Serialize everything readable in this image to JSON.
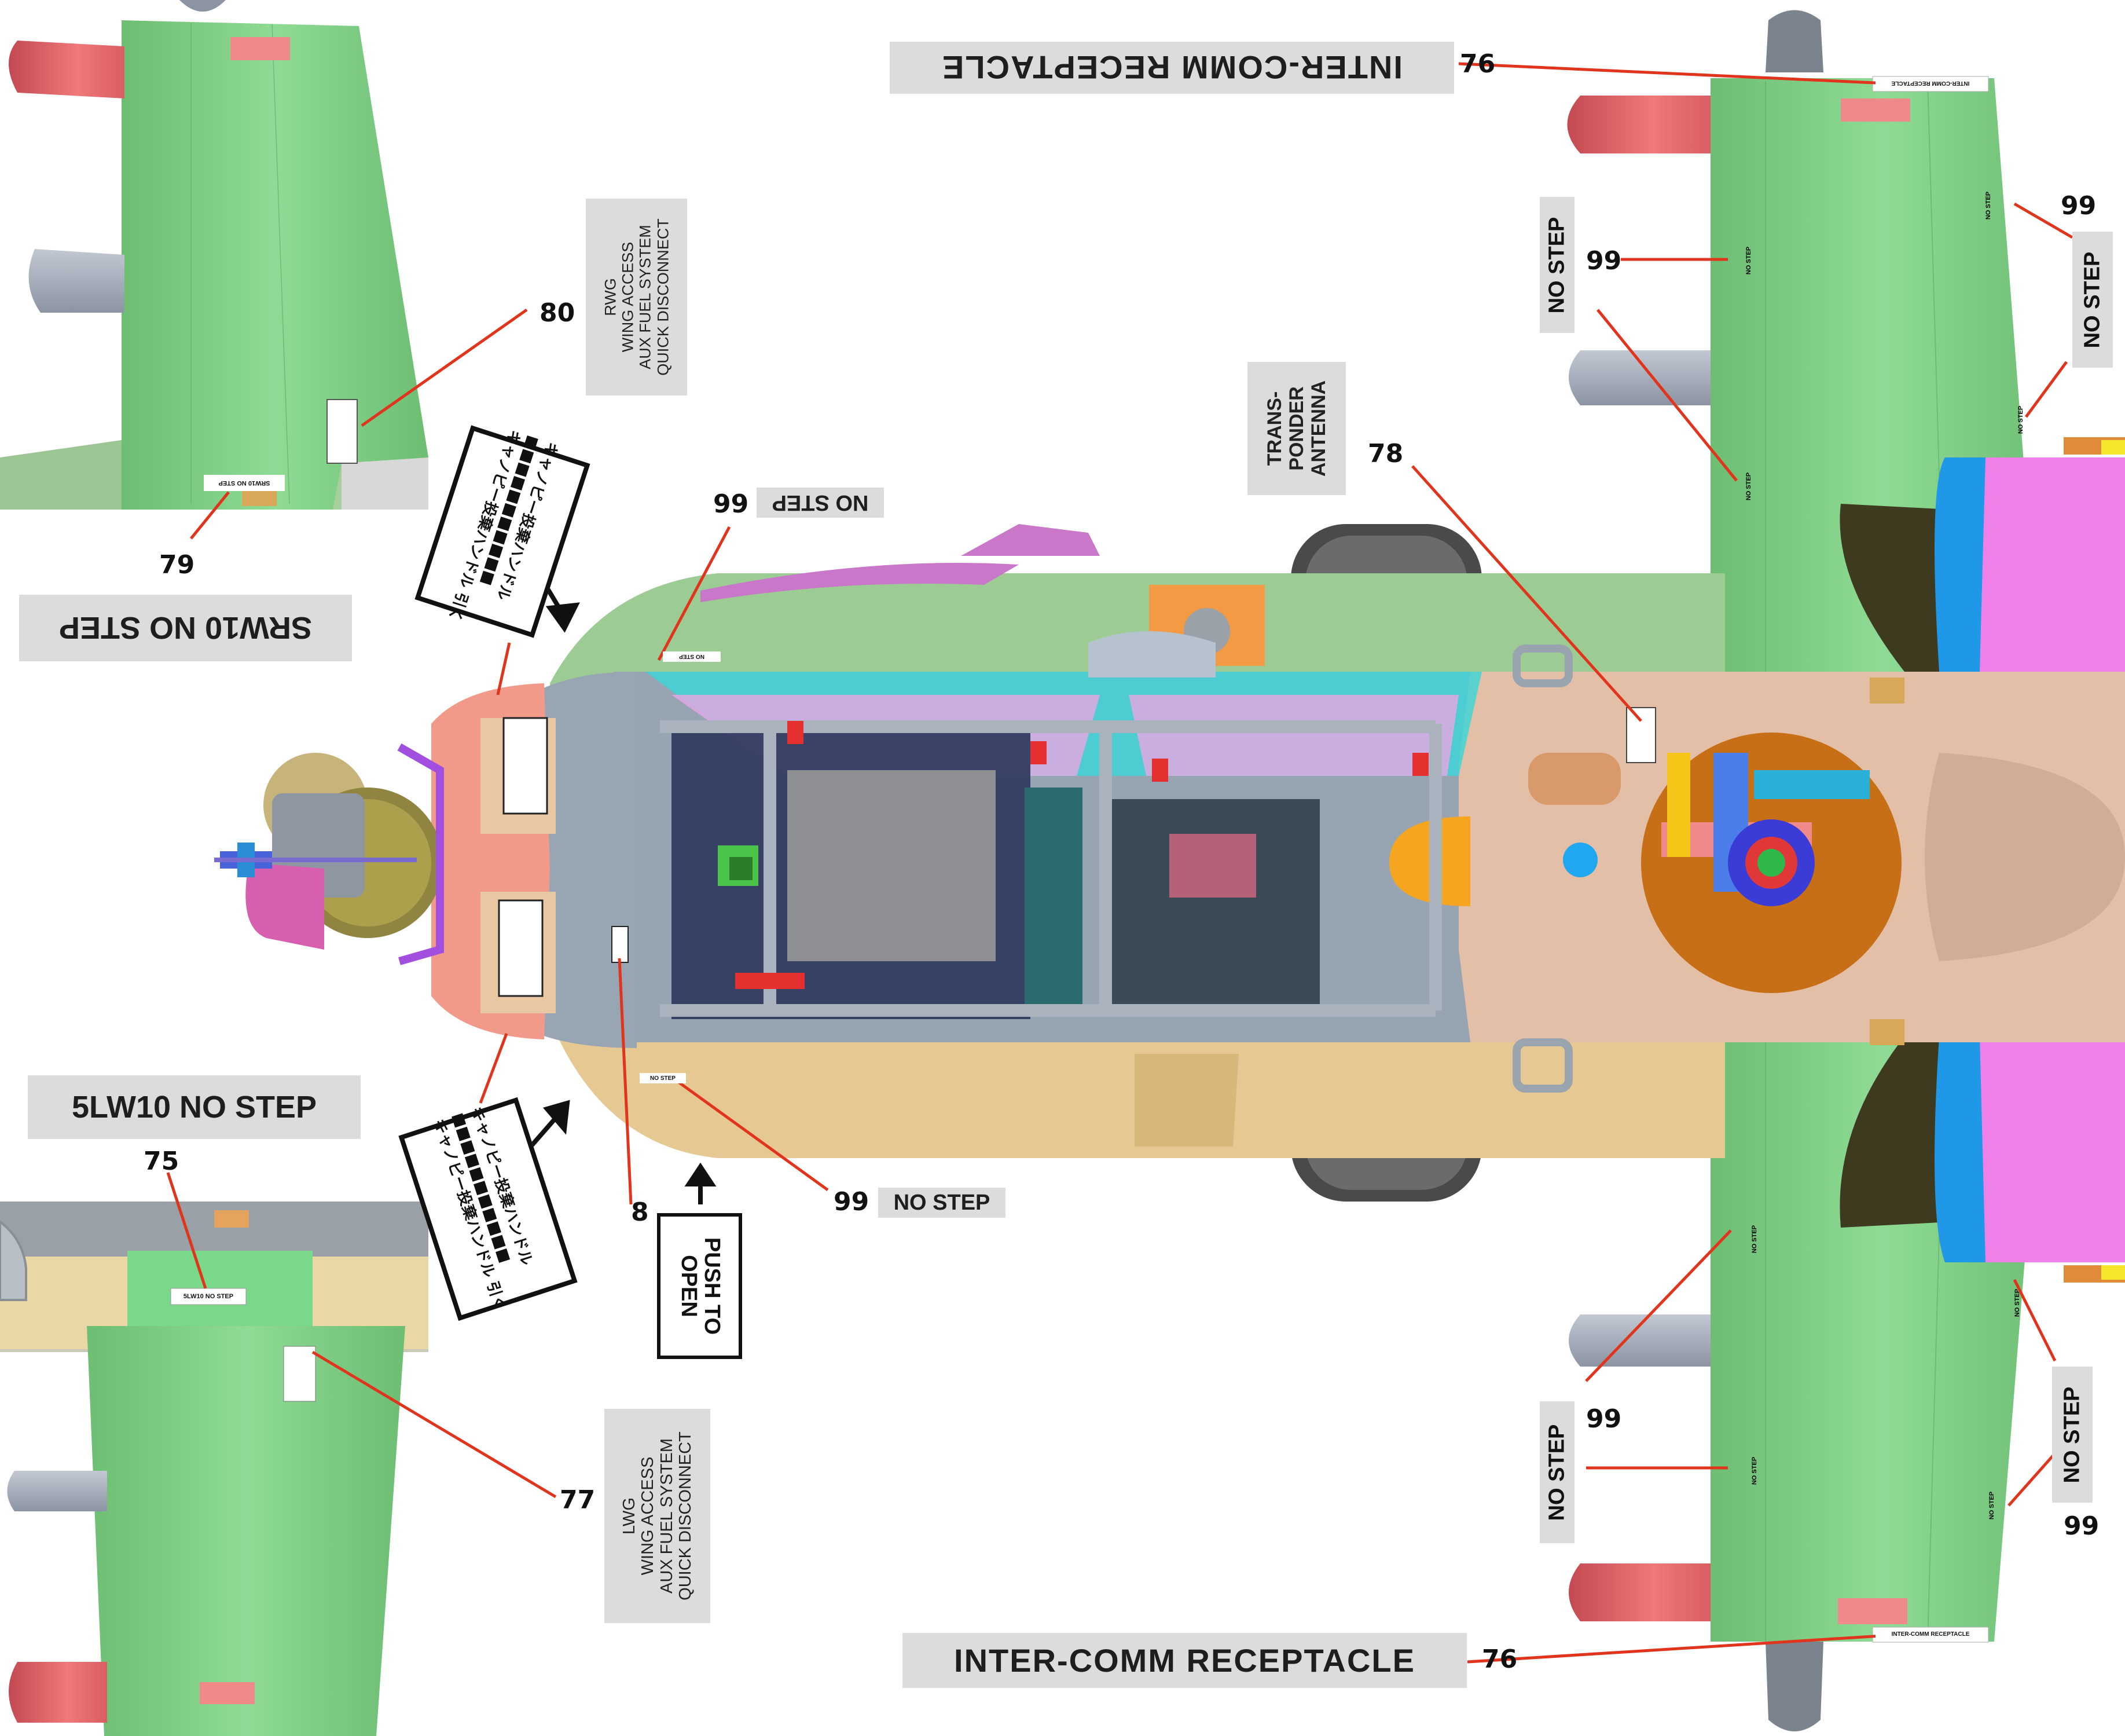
{
  "captions": {
    "intercomm_top": "INTER-COMM RECEPTACLE",
    "intercomm_bottom": "INTER-COMM RECEPTACLE",
    "srw10": "SRW10 NO STEP",
    "slw10": "5LW10 NO STEP",
    "transponder": "TRANS-\nPONDER\nANTENNA",
    "rwg": "RWG\nWING ACCESS\nAUX FUEL SYSTEM\nQUICK DISCONNECT",
    "lwg": "LWG\nWING ACCESS\nAUX FUEL SYSTEM\nQUICK DISCONNECT",
    "no_step": "NO STEP",
    "push_to_open": "PUSH TO\nOPEN",
    "canopy_jp_top": "キャノピー投棄ハンドル\n■■■■■■■■■■■\nキャノピー投棄ハンドル 引く",
    "canopy_jp_bottom": "キャノピー投棄ハンドル\n■■■■■■■■■■■\nキャノピー投棄ハンドル 引く"
  },
  "decals": {
    "no_step": "NO STEP",
    "intercomm": "INTER-COMM RECEPTACLE",
    "transponder": "TRANS-PONDER ANTENNA",
    "srw10": "SRW10 NO STEP",
    "slw10": "5LW10 NO STEP",
    "rwg": "RWG WING ACCESS AUX FUEL SYSTEM QUICK DISCONNECT",
    "lwg": "LWG WING ACCESS AUX FUEL SYSTEM QUICK DISCONNECT",
    "push_to_open": "PUSH TO OPEN"
  },
  "callouts": {
    "c76_top": "76",
    "c76_bottom": "76",
    "c80": "80",
    "c79": "79",
    "c78": "78",
    "c75": "75",
    "c77": "77",
    "c8": "8",
    "c99_nose": "99",
    "c99_bottom_nose": "99",
    "c99_rw1": "99",
    "c99_rw2": "99",
    "c99_lw1": "99",
    "c99_lw2": "99"
  },
  "colors": {
    "wing_green": "#86d28b",
    "fuselage_tan": "#e6c893",
    "canopy_cyan": "#3fd3d6",
    "frame_grey": "#9aa7b4",
    "callout_red": "#e0341c",
    "pink": "#ef80e8",
    "blue": "#1fa7f0",
    "orange": "#c66f16"
  }
}
